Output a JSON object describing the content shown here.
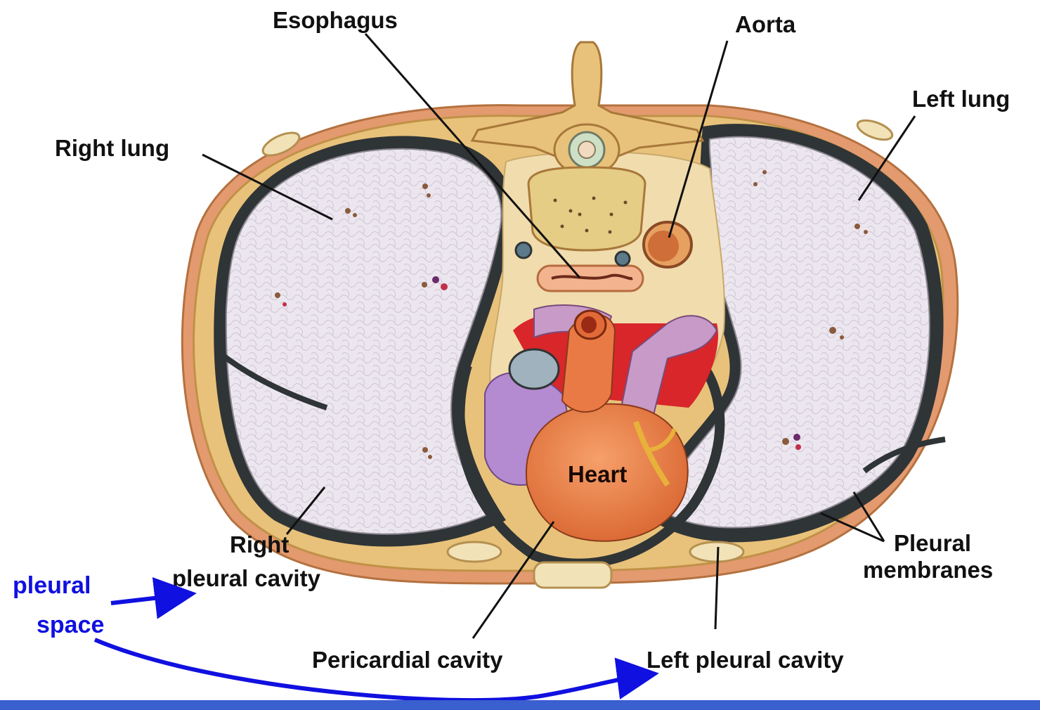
{
  "labels": {
    "esophagus": "Esophagus",
    "aorta": "Aorta",
    "left_lung": "Left lung",
    "right_lung": "Right lung",
    "heart": "Heart",
    "right_pleural_cavity_line1": "Right",
    "right_pleural_cavity_line2": "pleural cavity",
    "pleural_membranes_line1": "Pleural",
    "pleural_membranes_line2": "membranes",
    "pericardial_cavity": "Pericardial cavity",
    "left_pleural_cavity": "Left pleural cavity"
  },
  "annotation": {
    "line1": "pleural",
    "line2": "space",
    "color": "#1010e0"
  },
  "colors": {
    "lung_fill": "#ece6ef",
    "bone": "#e8c27a",
    "pleura": "#2f3436",
    "heart": "#e8834a",
    "vessel_purple": "#c79ac7",
    "vessel_red": "#d8262a",
    "band": "#3a5fcf"
  }
}
